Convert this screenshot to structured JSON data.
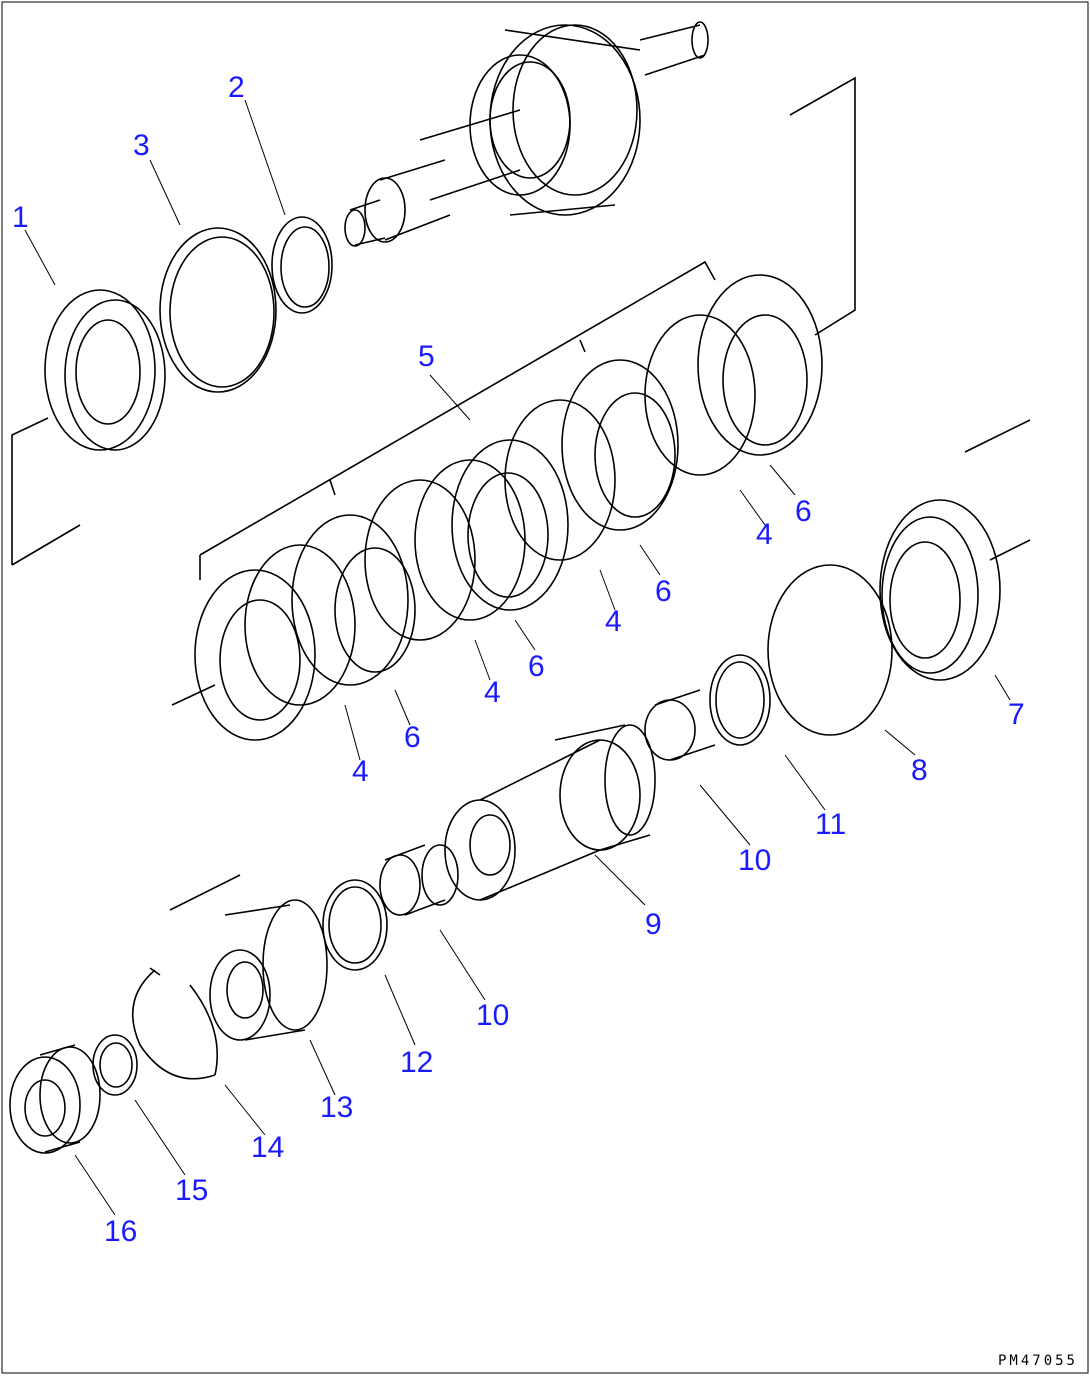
{
  "diagram": {
    "title": "",
    "drawing_code": "PM47055",
    "part_labels": {
      "p1": "1",
      "p2": "2",
      "p3": "3",
      "p5": "5",
      "p4a": "4",
      "p4b": "4",
      "p4c": "4",
      "p4d": "4",
      "p6a": "6",
      "p6b": "6",
      "p6c": "6",
      "p6d": "6",
      "p7": "7",
      "p8": "8",
      "p9": "9",
      "p10a": "10",
      "p10b": "10",
      "p11": "11",
      "p12": "12",
      "p13": "13",
      "p14": "14",
      "p15": "15",
      "p16": "16"
    },
    "colors": {
      "label": "#1a1aff",
      "line": "#000000",
      "background": "#ffffff"
    }
  }
}
